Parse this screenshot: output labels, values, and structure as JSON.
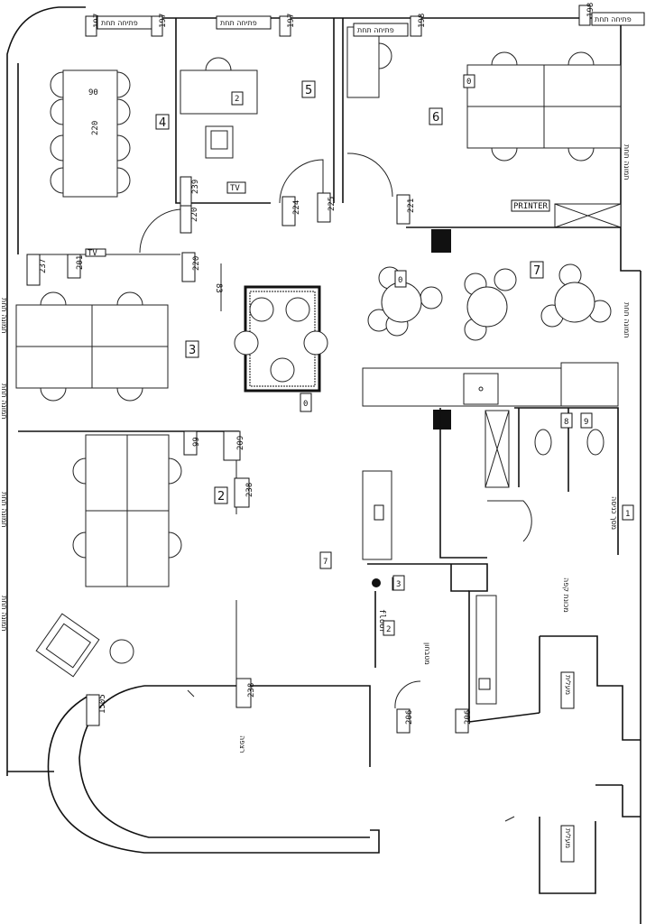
{
  "rooms": [
    {
      "num": "4"
    },
    {
      "num": "5"
    },
    {
      "num": "6"
    },
    {
      "num": "3"
    },
    {
      "num": "7"
    },
    {
      "num": "2"
    }
  ],
  "labels": {
    "tv_top": "TV",
    "tv_left": "TV",
    "printer": "PRINTER",
    "dim_90": "90",
    "dim_220": "220",
    "dim_83": "83",
    "floor": "floor"
  },
  "tags": [
    "197",
    "197",
    "197",
    "198",
    "198",
    "2",
    "0",
    "239",
    "220",
    "224",
    "225",
    "221",
    "237",
    "201",
    "220",
    "0",
    "0",
    "99",
    "209",
    "238",
    "7",
    "8",
    "9",
    "1",
    "2",
    "3",
    "238",
    "1505",
    "206",
    "206"
  ],
  "hebrew_notes": [
    "פתיחה תחת",
    "פתיחה תחת",
    "פתיחה תחת",
    "פתיחה תחת",
    "תמונה תחת",
    "תמונה תחת",
    "תמונה תחת",
    "תמונה תחת",
    "תמונה תחת",
    "תמונה תחת",
    "מכונת קפה",
    "מטבחון",
    "רצפה",
    "מעלית",
    "מעלית",
    "מסך כניסה"
  ]
}
